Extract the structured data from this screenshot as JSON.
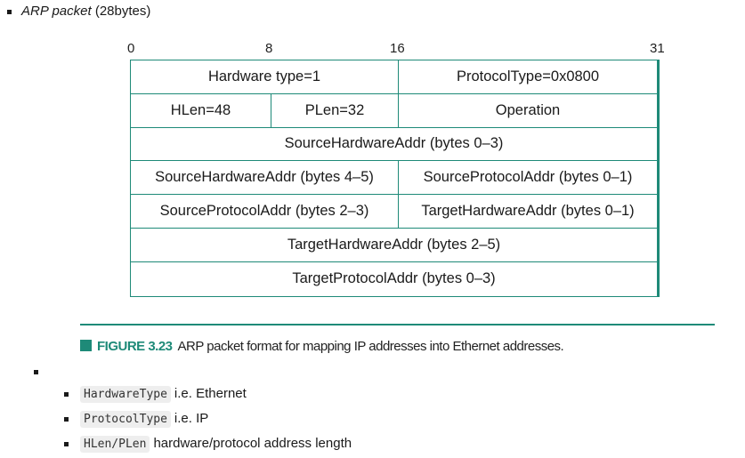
{
  "heading": {
    "italic": "ARP packet",
    "rest": " (28bytes)"
  },
  "bit_positions": [
    "0",
    "8",
    "16",
    "31"
  ],
  "packet_rows": [
    [
      "Hardware type=1",
      "ProtocolType=0x0800"
    ],
    [
      "HLen=48",
      "PLen=32",
      "Operation"
    ],
    [
      "SourceHardwareAddr (bytes 0–3)"
    ],
    [
      "SourceHardwareAddr (bytes 4–5)",
      "SourceProtocolAddr (bytes 0–1)"
    ],
    [
      "SourceProtocolAddr (bytes 2–3)",
      "TargetHardwareAddr (bytes 0–1)"
    ],
    [
      "TargetHardwareAddr (bytes 2–5)"
    ],
    [
      "TargetProtocolAddr (bytes 0–3)"
    ]
  ],
  "caption": {
    "figure": "FIGURE 3.23",
    "text": "ARP packet format for mapping IP addresses into Ethernet addresses."
  },
  "definitions": [
    {
      "term": "HardwareType",
      "desc": "i.e. Ethernet"
    },
    {
      "term": "ProtocolType",
      "desc": "i.e. IP"
    },
    {
      "term": "HLen/PLen",
      "desc": "hardware/protocol address length"
    }
  ],
  "colors": {
    "accent": "#1e8a78",
    "code_bg": "#eeeeee"
  }
}
